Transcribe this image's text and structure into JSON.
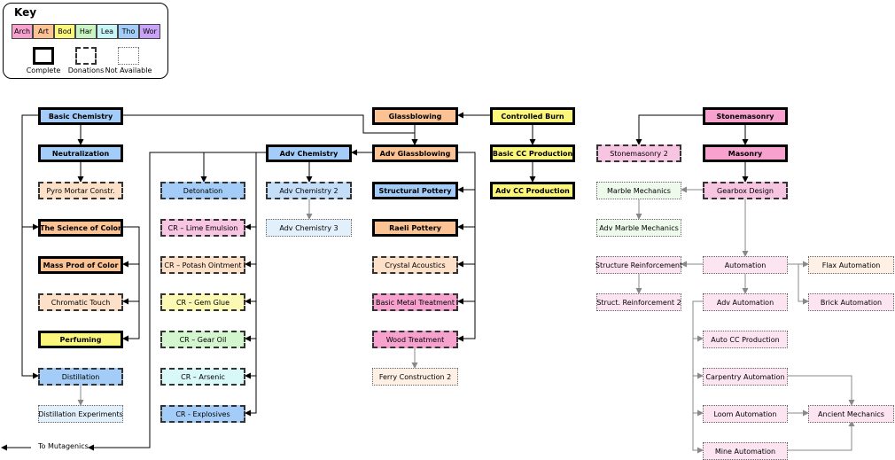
{
  "key": {
    "title": "Key",
    "categories": [
      {
        "label": "Arch",
        "color": "#f7a1cf"
      },
      {
        "label": "Art",
        "color": "#fbc394"
      },
      {
        "label": "Bod",
        "color": "#fbf67c"
      },
      {
        "label": "Har",
        "color": "#c8f5c2"
      },
      {
        "label": "Lea",
        "color": "#c8f5f5"
      },
      {
        "label": "Tho",
        "color": "#a3cdf8"
      },
      {
        "label": "Wor",
        "color": "#c8a3f8"
      }
    ],
    "styles": {
      "complete": "Complete",
      "donations": "Donations",
      "not_available": "Not Available"
    }
  },
  "to_mutagenics": "To Mutagenics",
  "nodes": {
    "basic_chemistry": {
      "label": "Basic Chemistry",
      "status": "complete",
      "color": "#a3cdf8"
    },
    "neutralization": {
      "label": "Neutralization",
      "status": "complete",
      "color": "#a3cdf8"
    },
    "pyro_mortar": {
      "label": "Pyro Mortar Constr.",
      "status": "donation",
      "color": "#fde0c8"
    },
    "science_of_color": {
      "label": "The Science of Color",
      "status": "complete",
      "color": "#fbc394"
    },
    "mass_prod_color": {
      "label": "Mass Prod of Color",
      "status": "complete",
      "color": "#fbc394"
    },
    "chromatic_touch": {
      "label": "Chromatic Touch",
      "status": "donation",
      "color": "#fde0c8"
    },
    "perfuming": {
      "label": "Perfuming",
      "status": "complete",
      "color": "#fbf67c"
    },
    "distillation": {
      "label": "Distillation",
      "status": "donation",
      "color": "#a3cdf8"
    },
    "distillation_experiments": {
      "label": "Distillation Experiments",
      "status": "na",
      "color": "#e2f0fc"
    },
    "detonation": {
      "label": "Detonation",
      "status": "donation",
      "color": "#a3cdf8"
    },
    "cr_lime": {
      "label": "CR – Lime Emulsion",
      "status": "donation",
      "color": "#f7c4e1"
    },
    "cr_potash": {
      "label": "CR – Potash Ointment",
      "status": "donation",
      "color": "#fde0c8"
    },
    "cr_gem": {
      "label": "CR – Gem Glue",
      "status": "donation",
      "color": "#fbf9b3"
    },
    "cr_gear_oil": {
      "label": "CR – Gear Oil",
      "status": "donation",
      "color": "#d4f6ce"
    },
    "cr_arsenic": {
      "label": "CR – Arsenic",
      "status": "donation",
      "color": "#d9f8f8"
    },
    "cr_explosives": {
      "label": "CR - Explosives",
      "status": "donation",
      "color": "#a3cdf8"
    },
    "adv_chemistry": {
      "label": "Adv Chemistry",
      "status": "complete",
      "color": "#a3cdf8"
    },
    "adv_chemistry_2": {
      "label": "Adv Chemistry 2",
      "status": "donation",
      "color": "#c4def9"
    },
    "adv_chemistry_3": {
      "label": "Adv Chemistry 3",
      "status": "na",
      "color": "#e2f0fc"
    },
    "glassblowing": {
      "label": "Glassblowing",
      "status": "complete",
      "color": "#fbc394"
    },
    "adv_glassblowing": {
      "label": "Adv Glassblowing",
      "status": "complete",
      "color": "#fbc394"
    },
    "structural_pottery": {
      "label": "Structural Pottery",
      "status": "complete",
      "color": "#a3cdf8"
    },
    "raeli_pottery": {
      "label": "Raeli Pottery",
      "status": "complete",
      "color": "#fbc394"
    },
    "crystal_acoustics": {
      "label": "Crystal Acoustics",
      "status": "donation",
      "color": "#fde0c8"
    },
    "basic_metal": {
      "label": "Basic Metal Treatment",
      "status": "donation",
      "color": "#f7a1cf"
    },
    "wood_treatment": {
      "label": "Wood Treatment",
      "status": "donation",
      "color": "#f7a1cf"
    },
    "ferry_construction": {
      "label": "Ferry Construction 2",
      "status": "na",
      "color": "#fef0e4"
    },
    "controlled_burn": {
      "label": "Controlled Burn",
      "status": "complete",
      "color": "#fbf67c"
    },
    "basic_cc": {
      "label": "Basic CC Production",
      "status": "complete",
      "color": "#fbf67c"
    },
    "adv_cc": {
      "label": "Adv CC Production",
      "status": "complete",
      "color": "#fbf67c"
    },
    "stonemasonry": {
      "label": "Stonemasonry",
      "status": "complete",
      "color": "#f7a1cf"
    },
    "stonemasonry_2": {
      "label": "Stonemasonry 2",
      "status": "donation",
      "color": "#f7c4e1"
    },
    "masonry": {
      "label": "Masonry",
      "status": "complete",
      "color": "#f7a1cf"
    },
    "marble_mechanics": {
      "label": "Marble Mechanics",
      "status": "na",
      "color": "#eefbec"
    },
    "gearbox_design": {
      "label": "Gearbox Design",
      "status": "donation",
      "color": "#f7c4e1"
    },
    "adv_marble_mechanics": {
      "label": "Adv Marble Mechanics",
      "status": "na",
      "color": "#eefbec"
    },
    "structure_reinforcement": {
      "label": "Structure Reinforcement",
      "status": "na",
      "color": "#fce4f1"
    },
    "automation": {
      "label": "Automation",
      "status": "na",
      "color": "#fce4f1"
    },
    "flax_automation": {
      "label": "Flax Automation",
      "status": "na",
      "color": "#fef0e4"
    },
    "struct_reinforcement_2": {
      "label": "Struct. Reinforcement 2",
      "status": "na",
      "color": "#fce4f1"
    },
    "adv_automation": {
      "label": "Adv Automation",
      "status": "na",
      "color": "#fce4f1"
    },
    "brick_automation": {
      "label": "Brick Automation",
      "status": "na",
      "color": "#fce4f1"
    },
    "auto_cc": {
      "label": "Auto CC Production",
      "status": "na",
      "color": "#fce4f1"
    },
    "carpentry_automation": {
      "label": "Carpentry Automation",
      "status": "na",
      "color": "#fce4f1"
    },
    "loom_automation": {
      "label": "Loom Automation",
      "status": "na",
      "color": "#fce4f1"
    },
    "ancient_mechanics": {
      "label": "Ancient Mechanics",
      "status": "na",
      "color": "#fce4f1"
    },
    "mine_automation": {
      "label": "Mine Automation",
      "status": "na",
      "color": "#fce4f1"
    }
  }
}
